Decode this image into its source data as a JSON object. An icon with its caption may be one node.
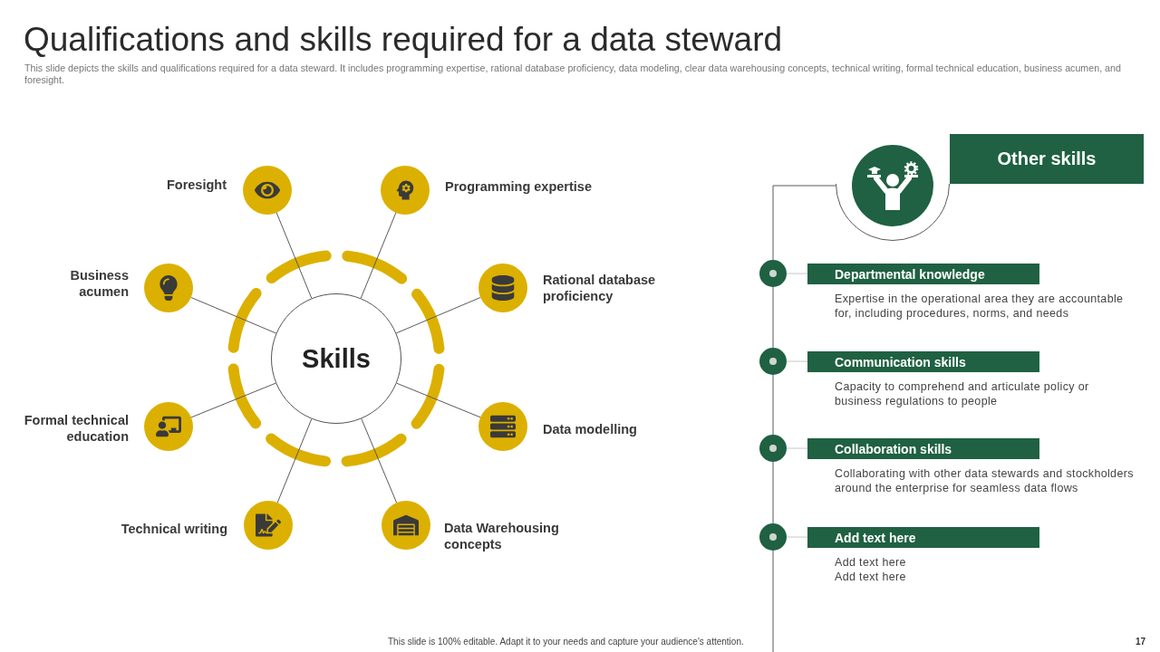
{
  "diagram": {
    "title": "Qualifications and skills required for a data steward",
    "nodes": [
      {
        "text": [
          "Skills"
        ]
      },
      {
        "text": [],
        "shape": "circle",
        "beside": [
          "Foresight"
        ]
      },
      {
        "text": [],
        "shape": "circle",
        "beside": [
          "Programming expertise"
        ]
      },
      {
        "text": [],
        "shape": "circle",
        "beside": [
          "Business acumen"
        ]
      },
      {
        "text": [],
        "shape": "circle",
        "beside": [
          "Rational database proficiency"
        ]
      },
      {
        "text": [],
        "shape": "circle",
        "beside": [
          "Formal technical education"
        ]
      },
      {
        "text": [],
        "shape": "circle",
        "beside": [
          "Data modelling"
        ]
      },
      {
        "text": [],
        "shape": "circle",
        "beside": [
          "Technical writing"
        ]
      },
      {
        "text": [],
        "shape": "circle",
        "beside": [
          "Data Warehousing concepts"
        ]
      },
      {
        "text": [
          "Other skills"
        ]
      },
      {
        "text": [],
        "shape": "circle"
      },
      {
        "text": [],
        "shape": "circle"
      },
      {
        "text": [
          "Departmental knowledge"
        ],
        "beside": [
          "Expertise in the operational area they are accountable for, including procedures, norms, and needs"
        ]
      },
      {
        "text": [],
        "shape": "circle"
      },
      {
        "text": [
          "Communication skills"
        ],
        "beside": [
          "Capacity to comprehend and articulate policy or business regulations to people"
        ]
      },
      {
        "text": [],
        "shape": "circle"
      },
      {
        "text": [
          "Collaboration skills"
        ],
        "beside": [
          "Collaborating with other data stewards and stockholders around the enterprise for seamless data flows"
        ]
      },
      {
        "text": [],
        "shape": "circle"
      },
      {
        "text": [
          "Add text here"
        ],
        "beside": [
          "Add text here",
          "Add text here"
        ]
      }
    ],
    "edges": [
      {
        "from": 0,
        "to": 1,
        "arrow": "none"
      },
      {
        "from": 0,
        "to": 2,
        "arrow": "none"
      },
      {
        "from": 0,
        "to": 3,
        "arrow": "none"
      },
      {
        "from": 0,
        "to": 4,
        "arrow": "none"
      },
      {
        "from": 0,
        "to": 5,
        "arrow": "none"
      },
      {
        "from": 0,
        "to": 6,
        "arrow": "none"
      },
      {
        "from": 0,
        "to": 7,
        "arrow": "none"
      },
      {
        "from": 0,
        "to": 8,
        "arrow": "none"
      },
      {
        "from": 10,
        "to": 11,
        "arrow": "none"
      },
      {
        "from": 11,
        "to": 12,
        "arrow": "none",
        "color": "#c8c8c8"
      },
      {
        "from": 11,
        "to": 13,
        "arrow": "none"
      },
      {
        "from": 13,
        "to": 14,
        "arrow": "none",
        "color": "#c8c8c8"
      },
      {
        "from": 13,
        "to": 15,
        "arrow": "none"
      },
      {
        "from": 15,
        "to": 16,
        "arrow": "none",
        "color": "#c8c8c8"
      },
      {
        "from": 15,
        "to": 17,
        "arrow": "none"
      },
      {
        "from": 17,
        "to": 18,
        "arrow": "none",
        "color": "#c8c8c8"
      },
      {
        "from": 17,
        "to": null,
        "arrow": "none"
      }
    ],
    "labels": [
      "This slide depicts the skills and qualifications required for a data steward. It includes programming expertise, rational database proficiency, data modeling, clear data warehousing concepts, technical writing, formal technical education, business acumen, and foresight.",
      "This slide is 100% editable. Adapt it to your needs and capture your audience's attention.",
      "17"
    ]
  }
}
